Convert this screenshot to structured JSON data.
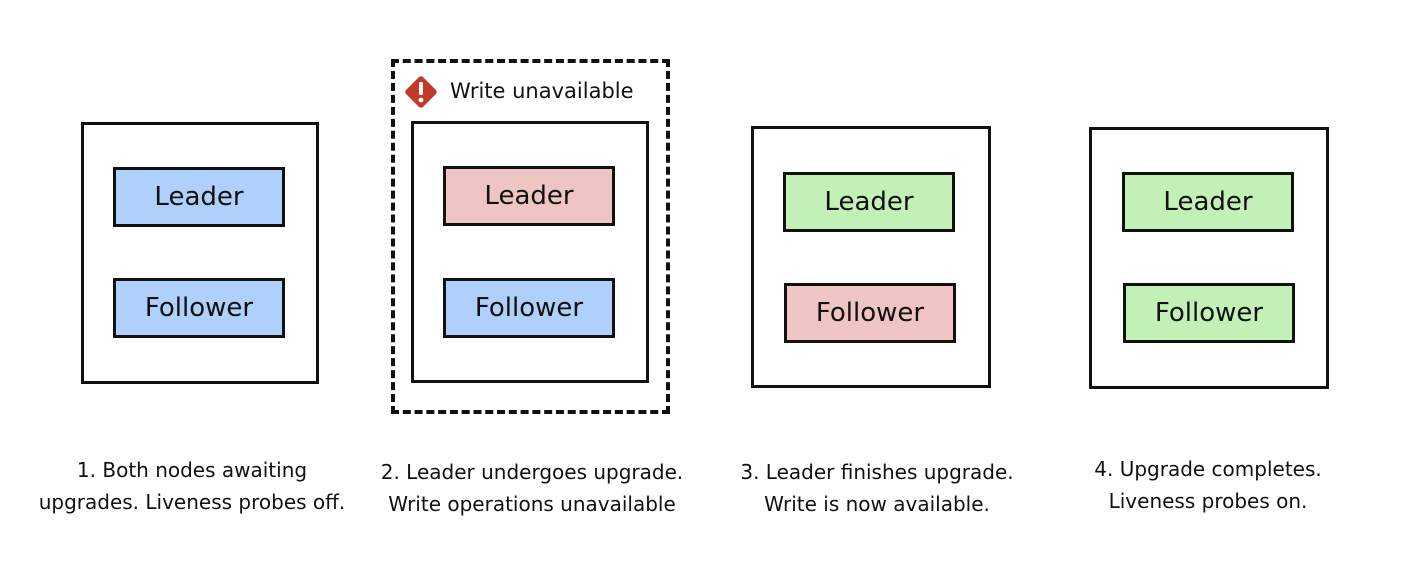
{
  "colors": {
    "blue": "#aed0fb",
    "red": "#efc5c3",
    "green": "#c3f0b6",
    "warning": "#c0392b"
  },
  "stages": [
    {
      "leader": {
        "label": "Leader",
        "color": "blue"
      },
      "follower": {
        "label": "Follower",
        "color": "blue"
      },
      "caption": [
        "1. Both nodes awaiting",
        "upgrades. Liveness probes off."
      ]
    },
    {
      "leader": {
        "label": "Leader",
        "color": "red"
      },
      "follower": {
        "label": "Follower",
        "color": "blue"
      },
      "caption": [
        "2. Leader undergoes upgrade.",
        "Write operations unavailable"
      ],
      "warning": {
        "icon": "warning-diamond-icon",
        "label": "Write unavailable"
      }
    },
    {
      "leader": {
        "label": "Leader",
        "color": "green"
      },
      "follower": {
        "label": "Follower",
        "color": "red"
      },
      "caption": [
        "3. Leader finishes upgrade.",
        "Write is now available."
      ]
    },
    {
      "leader": {
        "label": "Leader",
        "color": "green"
      },
      "follower": {
        "label": "Follower",
        "color": "green"
      },
      "caption": [
        "4. Upgrade completes.",
        "Liveness probes on."
      ]
    }
  ]
}
